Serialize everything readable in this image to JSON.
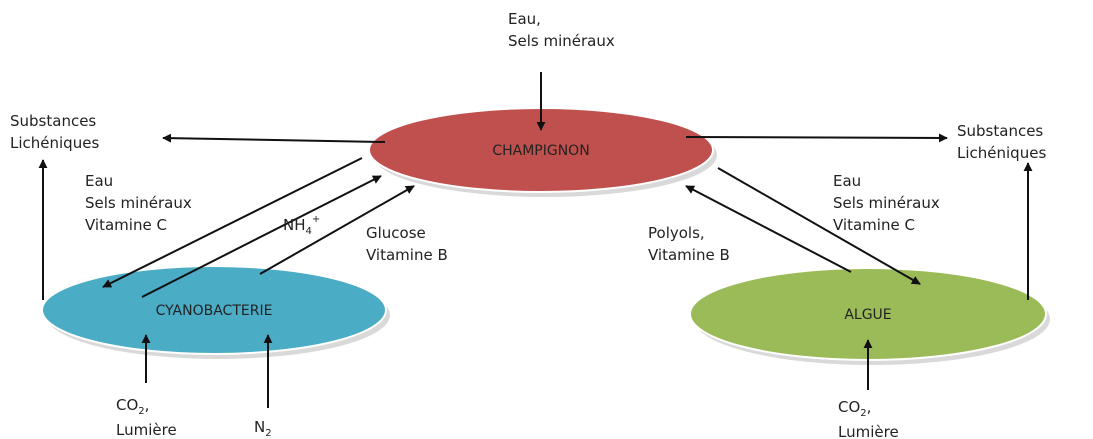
{
  "nodes": {
    "champignon": {
      "label": "CHAMPIGNON",
      "color": "#c0504d"
    },
    "cyanobacterie": {
      "label": "CYANOBACTERIE",
      "color": "#4bacc6"
    },
    "algue": {
      "label": "ALGUE",
      "color": "#9bbb59"
    }
  },
  "labels": {
    "top_input": [
      "Eau,",
      "Sels minéraux"
    ],
    "substances_left": [
      "Substances",
      "Lichéniques"
    ],
    "substances_right": [
      "Substances",
      "Lichéniques"
    ],
    "to_cyano": [
      "Eau",
      "Sels minéraux",
      "Vitamine C"
    ],
    "nh4": {
      "base": "NH",
      "sub": "4",
      "sup": "+"
    },
    "glucose": [
      "Glucose",
      "Vitamine B"
    ],
    "polyols": [
      "Polyols,",
      "Vitamine B"
    ],
    "to_algue": [
      "Eau",
      "Sels minéraux",
      "Vitamine C"
    ],
    "cyano_co2": {
      "base": "CO",
      "sub": "2",
      "suffix": ",",
      "line2": "Lumière"
    },
    "cyano_n2": {
      "base": "N",
      "sub": "2"
    },
    "algue_co2": {
      "base": "CO",
      "sub": "2",
      "suffix": ",",
      "line2": "Lumière"
    }
  }
}
